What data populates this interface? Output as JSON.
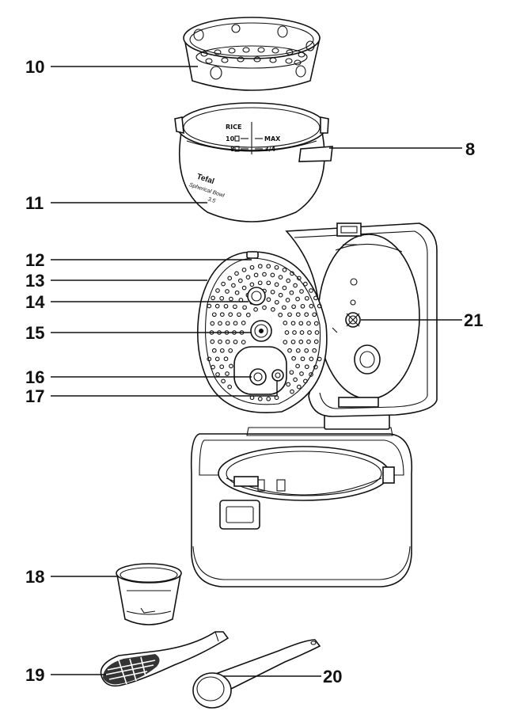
{
  "callouts": [
    {
      "id": "10",
      "label": "10"
    },
    {
      "id": "8",
      "label": "8"
    },
    {
      "id": "11",
      "label": "11"
    },
    {
      "id": "12",
      "label": "12"
    },
    {
      "id": "13",
      "label": "13"
    },
    {
      "id": "14",
      "label": "14"
    },
    {
      "id": "15",
      "label": "15"
    },
    {
      "id": "21",
      "label": "21"
    },
    {
      "id": "16",
      "label": "16"
    },
    {
      "id": "17",
      "label": "17"
    },
    {
      "id": "18",
      "label": "18"
    },
    {
      "id": "19",
      "label": "19"
    },
    {
      "id": "20",
      "label": "20"
    }
  ],
  "bowl_markings": {
    "rice": "RICE",
    "left_top": "10",
    "left_bottom": "8",
    "right_top": "MAX",
    "right_bottom": "3/4"
  },
  "bowl_branding": {
    "brand": "Tefal",
    "model": "Spherical Bowl",
    "sub": "3.5"
  }
}
